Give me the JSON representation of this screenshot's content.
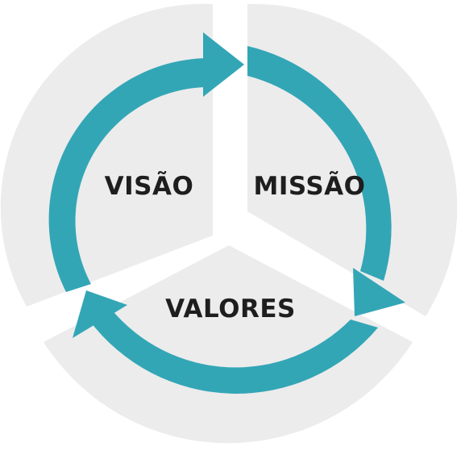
{
  "diagram": {
    "type": "cycle",
    "segments": [
      {
        "id": "visao",
        "label": "VISÃO"
      },
      {
        "id": "missao",
        "label": "MISSÃO"
      },
      {
        "id": "valores",
        "label": "VALORES"
      }
    ],
    "colors": {
      "segment_fill": "#ececec",
      "arrow": "#33a6b6",
      "label": "#1e1e1e",
      "background": "#ffffff"
    }
  }
}
